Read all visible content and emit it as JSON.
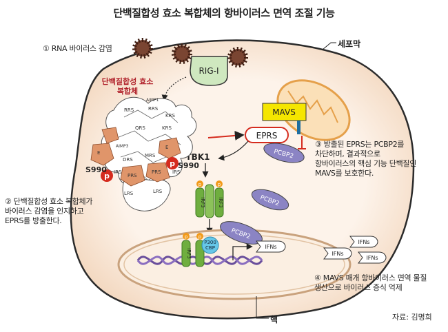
{
  "title": "단백질합성 효소 복합체의 항바이러스 면역 조절 기능",
  "steps": {
    "s1": "① RNA 바이러스 감염",
    "s2": [
      "② 단백질합성 효소 복합체가",
      "바이러스 감염을 인지하고",
      "EPRS를 방출한다."
    ],
    "s3": [
      "③ 방출된 EPRS는 PCBP2를",
      "차단하며, 결과적으로",
      "항바이러스의 핵심 기능 단백질인",
      "MAVS를 보호한다."
    ],
    "s4": [
      "④ MAVS 매개 항바이러스 면역 물질",
      "생산으로 바이러스 증식 억제"
    ]
  },
  "labels": {
    "complex": [
      "단백질합성 효소",
      "복합체"
    ],
    "membrane": "세포막",
    "nucleus": "핵",
    "source": "자료: 김명희"
  },
  "proteins": {
    "rigi": "RIG-I",
    "mavs": "MAVS",
    "eprs": "EPRS",
    "pcbp2": "PCBP2",
    "tbk1": "TBK1",
    "irf3": "IRF3",
    "p300": [
      "P300",
      "CBP"
    ],
    "ifns": "IFNs",
    "s990": "S990",
    "p": "p"
  },
  "complex_parts": [
    "AIMP1",
    "RRS",
    "KRS",
    "QRS",
    "AIMP3",
    "E",
    "DRS",
    "MRS",
    "IRS",
    "PRS",
    "LRS"
  ],
  "colors": {
    "salmon": "#e0956a",
    "red": "#d52b1e",
    "purple": "#8b84c4",
    "mito": "#f0b060",
    "mavs_yellow": "#f5e600",
    "rigi_green": "#cfe8bf",
    "green": "#6fae3f",
    "orange": "#f29a1a",
    "cell_fill": "#f8e6d5",
    "nucleus_fill": "#fbefe2",
    "title_red": "#b0202a"
  }
}
